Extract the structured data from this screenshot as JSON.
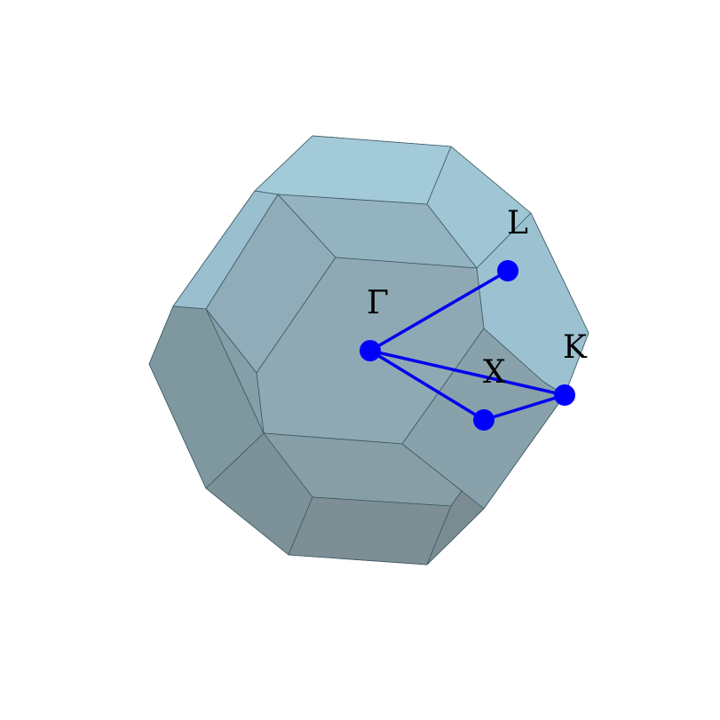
{
  "diagram": {
    "labels": {
      "gamma": "Γ",
      "l": "L",
      "k": "K",
      "x": "X"
    },
    "colors": {
      "face_light": "#a3cad9",
      "face_mid": "#8fb0bd",
      "face_dark": "#7e939a",
      "edge": "#3c5864",
      "path": "#0000ee",
      "point": "#0000ff",
      "label": "#000000"
    }
  }
}
